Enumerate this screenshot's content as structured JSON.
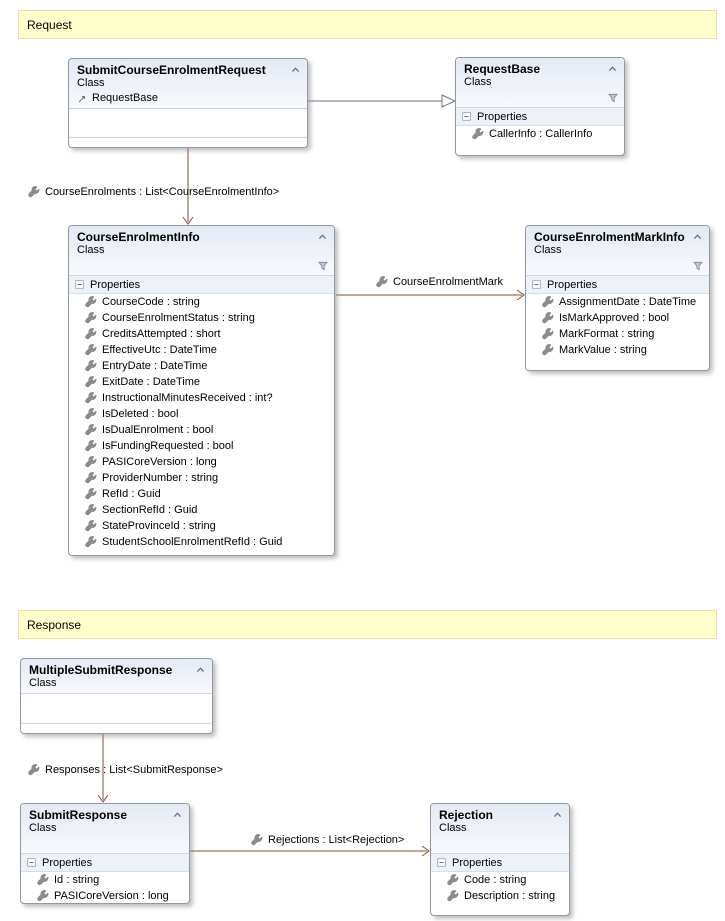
{
  "colors": {
    "association": "#8b4a2f",
    "inheritance": "#6f7780",
    "banner_bg": "#ffffcc",
    "banner_border": "#e1e1a8",
    "box_border": "#8f98a3",
    "header_gradient_top": "#e4eaf4",
    "header_gradient_bottom": "#f7f9fc",
    "compartment_bg": "#edf2f9"
  },
  "icons": {
    "property": "wrench-icon",
    "collapse": "chevron-up-icon",
    "filter": "funnel-icon",
    "compartment_collapse": "minus-box-icon",
    "base_type": "inheritance-arrow-icon"
  },
  "banners": {
    "request": "Request",
    "response": "Response"
  },
  "classes": {
    "submitCourseEnrolmentRequest": {
      "title": "SubmitCourseEnrolmentRequest",
      "stereotype": "Class",
      "base_type": "RequestBase"
    },
    "requestBase": {
      "title": "RequestBase",
      "stereotype": "Class",
      "compartment_label": "Properties",
      "properties": [
        "CallerInfo : CallerInfo"
      ]
    },
    "courseEnrolmentInfo": {
      "title": "CourseEnrolmentInfo",
      "stereotype": "Class",
      "compartment_label": "Properties",
      "properties": [
        "CourseCode : string",
        "CourseEnrolmentStatus : string",
        "CreditsAttempted : short",
        "EffectiveUtc : DateTime",
        "EntryDate : DateTime",
        "ExitDate : DateTime",
        "InstructionalMinutesReceived : int?",
        "IsDeleted : bool",
        "IsDualEnrolment : bool",
        "IsFundingRequested : bool",
        "PASICoreVersion : long",
        "ProviderNumber : string",
        "RefId : Guid",
        "SectionRefId : Guid",
        "StateProvinceId : string",
        "StudentSchoolEnrolmentRefId : Guid"
      ]
    },
    "courseEnrolmentMarkInfo": {
      "title": "CourseEnrolmentMarkInfo",
      "stereotype": "Class",
      "compartment_label": "Properties",
      "properties": [
        "AssignmentDate : DateTime",
        "IsMarkApproved : bool",
        "MarkFormat : string",
        "MarkValue : string"
      ]
    },
    "multipleSubmitResponse": {
      "title": "MultipleSubmitResponse",
      "stereotype": "Class"
    },
    "submitResponse": {
      "title": "SubmitResponse",
      "stereotype": "Class",
      "compartment_label": "Properties",
      "properties": [
        "Id : string",
        "PASICoreVersion : long"
      ]
    },
    "rejection": {
      "title": "Rejection",
      "stereotype": "Class",
      "compartment_label": "Properties",
      "properties": [
        "Code : string",
        "Description : string"
      ]
    }
  },
  "associations": {
    "course_enrolments_label": "CourseEnrolments : List<CourseEnrolmentInfo>",
    "course_enrolment_mark_label": "CourseEnrolmentMark",
    "responses_label": "Responses : List<SubmitResponse>",
    "rejections_label": "Rejections : List<Rejection>"
  }
}
